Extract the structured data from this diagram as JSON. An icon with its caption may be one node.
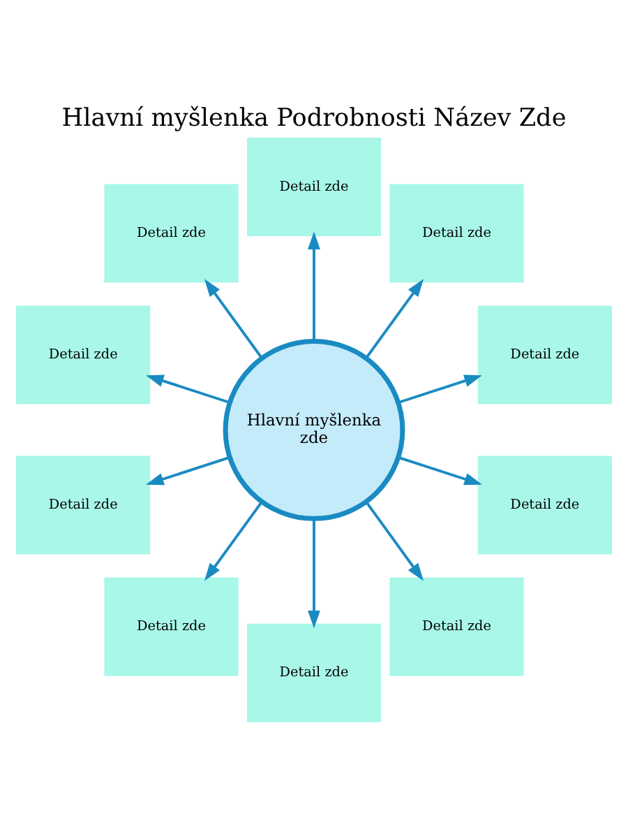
{
  "diagram": {
    "title": "Hlavní myšlenka Podrobnosti Název Zde",
    "nodes": [
      {
        "text": [
          "Hlavní myšlenka zde"
        ]
      },
      {
        "text": [
          "Detail zde"
        ]
      },
      {
        "text": [
          "Detail zde"
        ]
      },
      {
        "text": [
          "Detail zde"
        ]
      },
      {
        "text": [
          "Detail zde"
        ]
      },
      {
        "text": [
          "Detail zde"
        ]
      },
      {
        "text": [
          "Detail zde"
        ]
      },
      {
        "text": [
          "Detail zde"
        ]
      },
      {
        "text": [
          "Detail zde"
        ]
      },
      {
        "text": [
          "Detail zde"
        ]
      },
      {
        "text": [
          "Detail zde"
        ]
      }
    ],
    "edges": [
      {
        "from": 0,
        "to": 1,
        "arrow": "to"
      },
      {
        "from": 0,
        "to": 2,
        "arrow": "to"
      },
      {
        "from": 0,
        "to": 3,
        "arrow": "to"
      },
      {
        "from": 0,
        "to": 4,
        "arrow": "to"
      },
      {
        "from": 0,
        "to": 5,
        "arrow": "to"
      },
      {
        "from": 0,
        "to": 6,
        "arrow": "to"
      },
      {
        "from": 0,
        "to": 7,
        "arrow": "to"
      },
      {
        "from": 0,
        "to": 8,
        "arrow": "to"
      },
      {
        "from": 0,
        "to": 9,
        "arrow": "to"
      },
      {
        "from": 0,
        "to": 10,
        "arrow": "to"
      }
    ]
  }
}
